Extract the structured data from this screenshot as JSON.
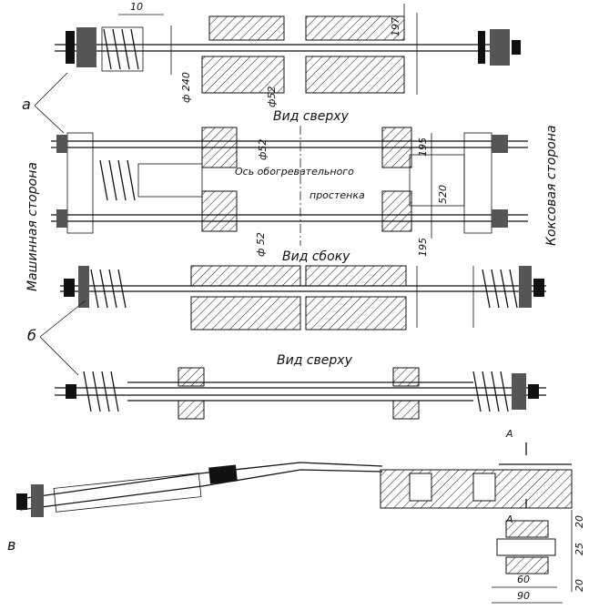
{
  "labels": {
    "view_top_1": "Вид сверху",
    "view_side": "Вид сбоку",
    "view_top_2": "Вид сверху",
    "heating_axis_1": "Ось обогревательного",
    "heating_axis_2": "простенка",
    "machine_side": "Машинная сторона",
    "coke_side": "Коксовая сторона",
    "letter_a": "а",
    "letter_b": "б",
    "letter_v": "в",
    "section_a_top": "А",
    "section_a_bottom": "А"
  },
  "dimensions": {
    "d10": "10",
    "d197": "197",
    "phi240": "ф 240",
    "phi52_top": "ф52",
    "phi52_mid": "ф52",
    "phi52_low": "ф 52",
    "d195_top": "195",
    "d520": "520",
    "d195_bottom": "195",
    "d20_top": "20",
    "d25": "25",
    "d20_bottom": "20",
    "d60": "60",
    "d90": "90"
  }
}
